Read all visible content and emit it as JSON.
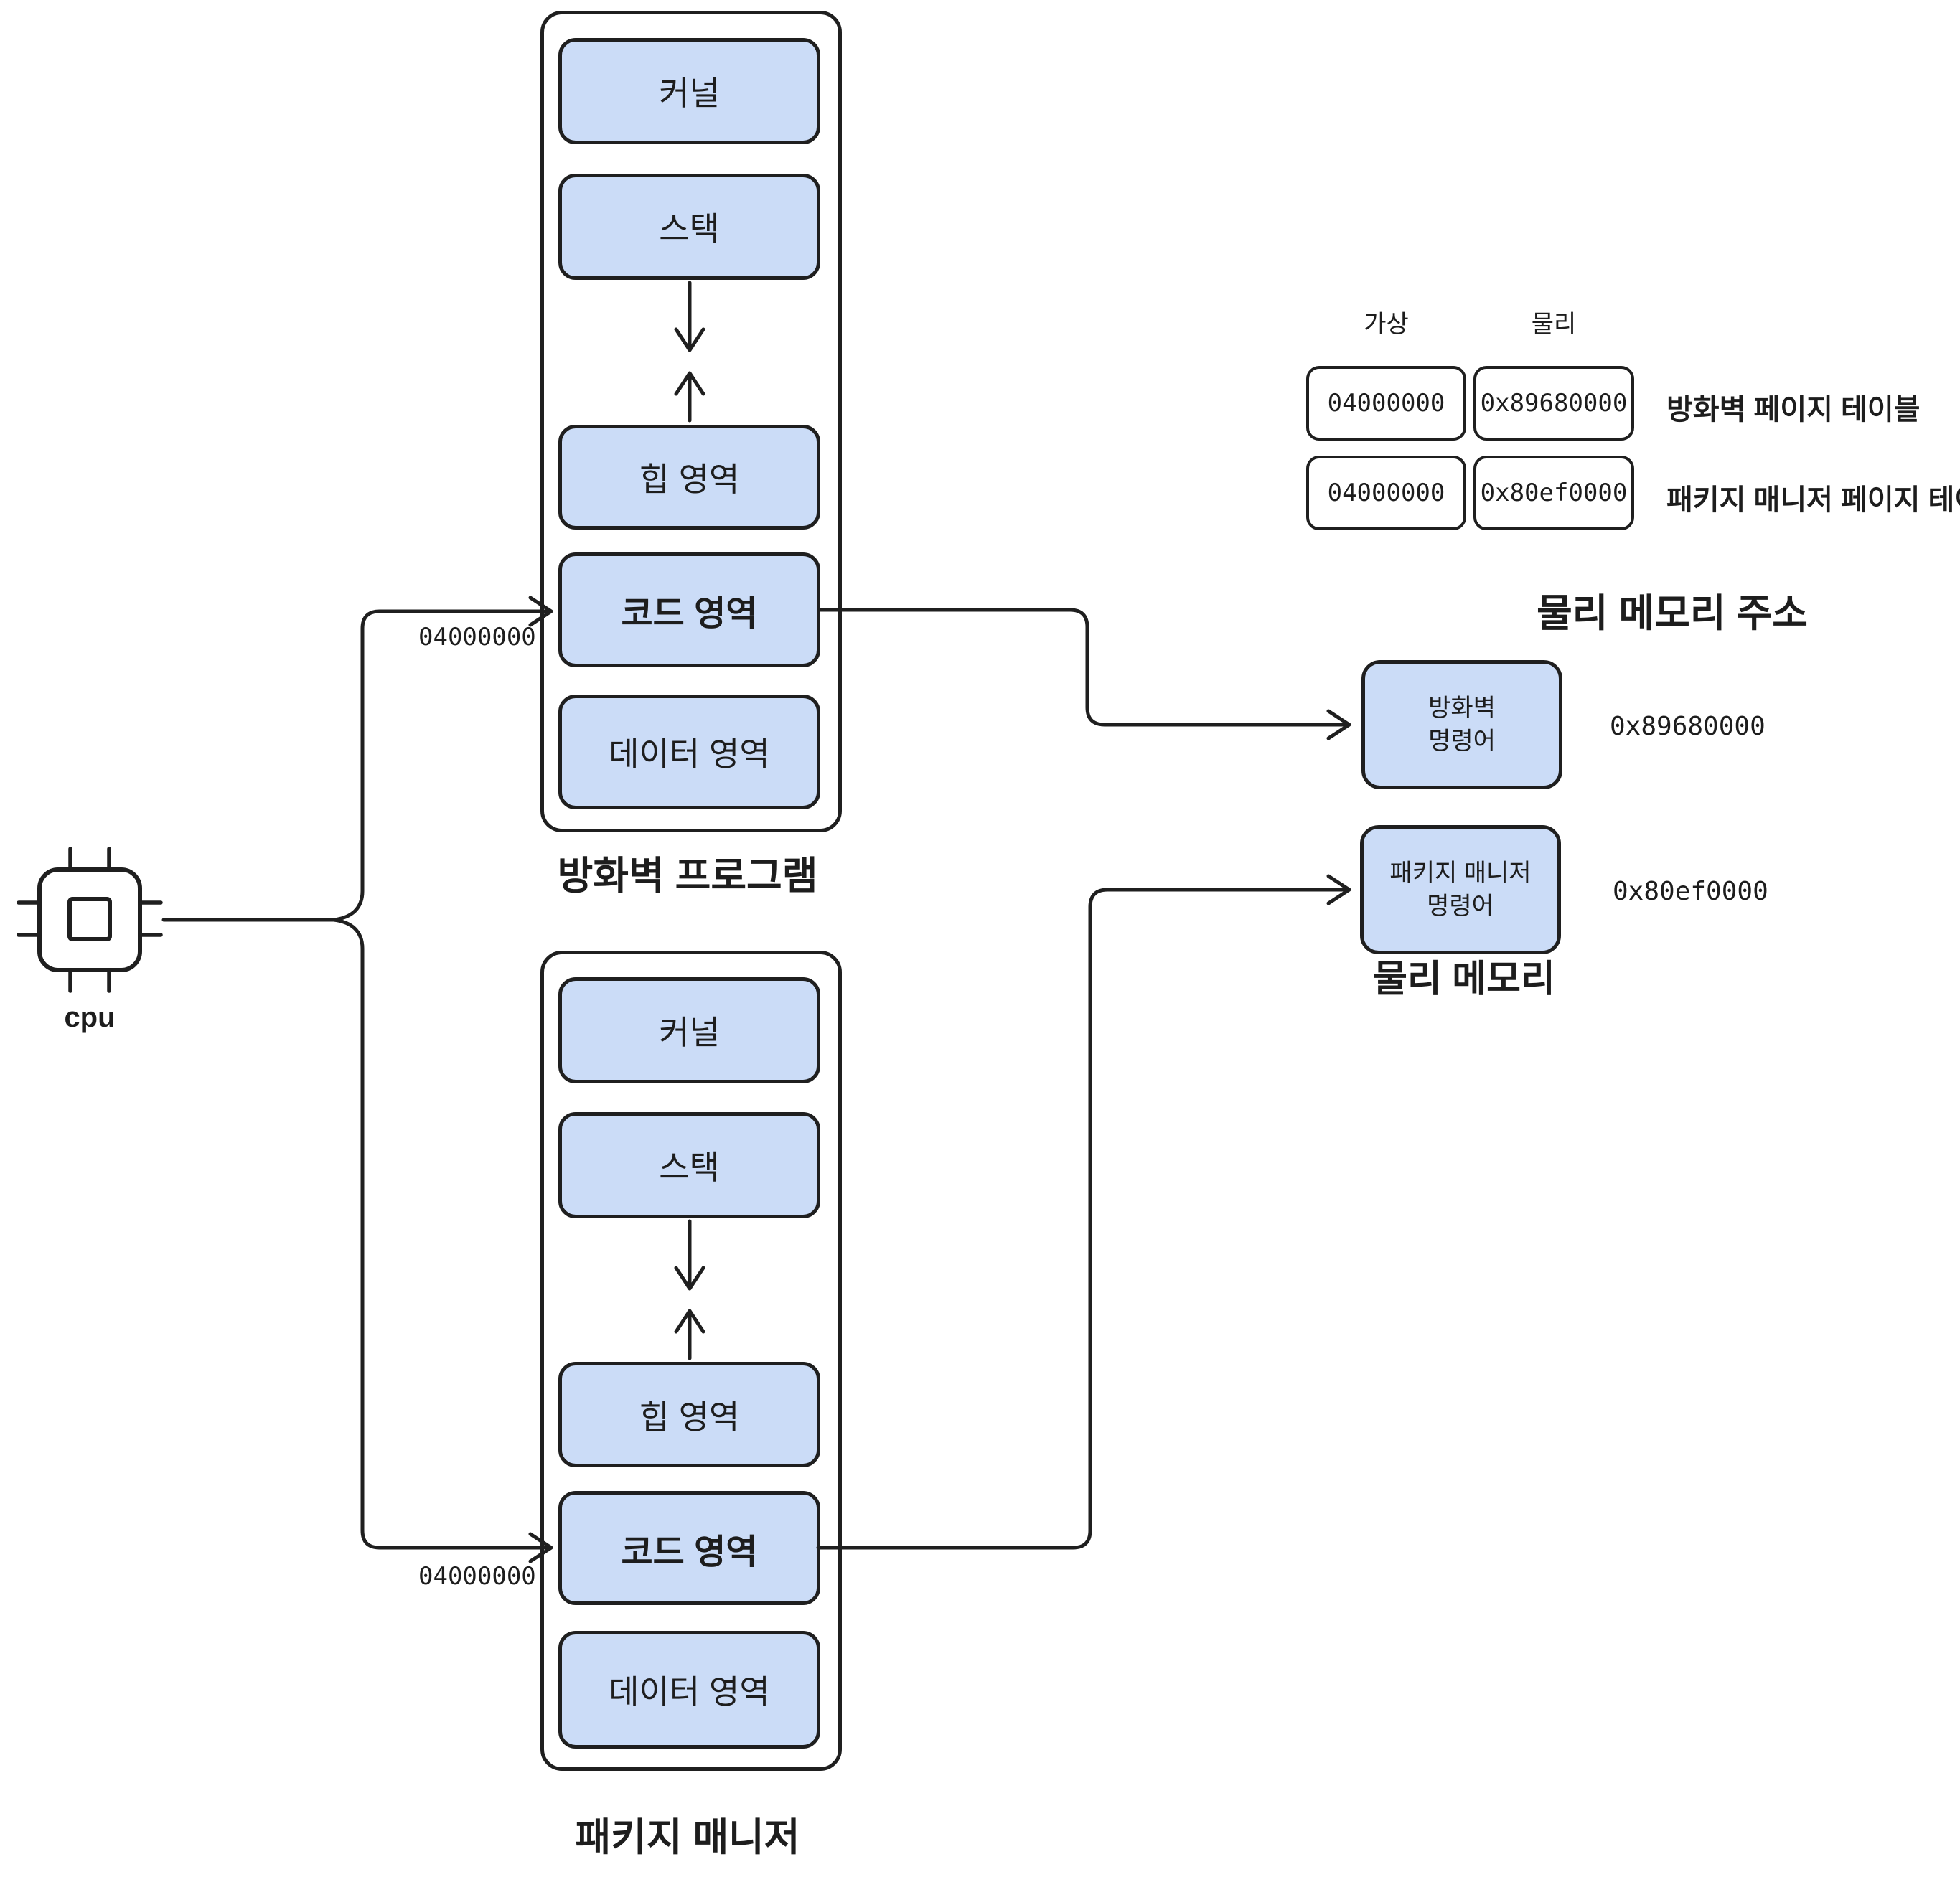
{
  "cpu": {
    "label": "cpu"
  },
  "left_wires": {
    "virtual_address_top": "04000000",
    "virtual_address_bottom": "04000000"
  },
  "processes": [
    {
      "caption": "방화벽 프로그램",
      "kernel": "커널",
      "stack": "스택",
      "heap": "힙 영역",
      "code": "코드 영역",
      "data": "데이터 영역"
    },
    {
      "caption": "패키지 매니저",
      "kernel": "커널",
      "stack": "스택",
      "heap": "힙 영역",
      "code": "코드 영역",
      "data": "데이터 영역"
    }
  ],
  "page_table_panel": {
    "col_virtual": "가상",
    "col_physical": "물리",
    "rows": [
      {
        "virtual": "04000000",
        "physical": "0x89680000",
        "label": "방화벽 페이지 테이블"
      },
      {
        "virtual": "04000000",
        "physical": "0x80ef0000",
        "label": "패키지 매니저 페이지 테이블"
      }
    ],
    "title": "물리 메모리 주소"
  },
  "physical_memory": {
    "caption": "물리 메모리",
    "cells": [
      {
        "line1": "방화벽",
        "line2": "명령어",
        "address": "0x89680000"
      },
      {
        "line1": "패키지 매니저",
        "line2": "명령어",
        "address": "0x80ef0000"
      }
    ]
  },
  "colors": {
    "block_fill": "#cbdcf7",
    "stroke": "#1f1f1f"
  }
}
